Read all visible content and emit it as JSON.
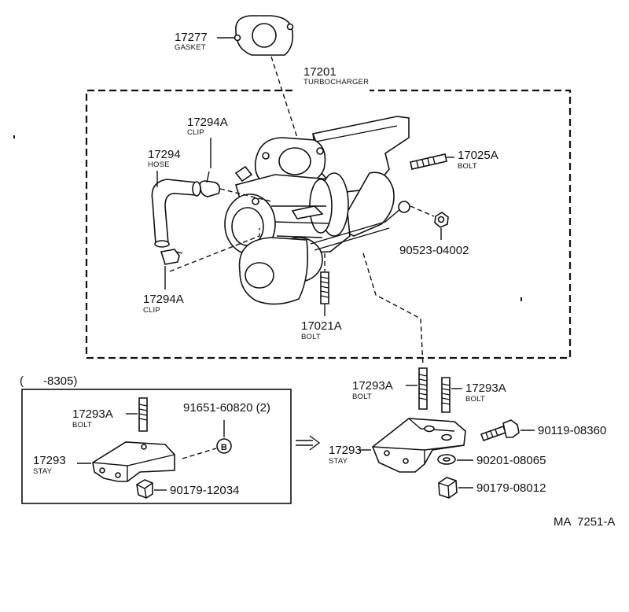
{
  "labels": {
    "gasket": {
      "number": "17277",
      "name": "GASKET"
    },
    "turbocharger": {
      "number": "17201",
      "name": "TURBOCHARGER"
    },
    "clip_upper": {
      "number": "17294A",
      "name": "CLIP"
    },
    "hose": {
      "number": "17294",
      "name": "HOSE"
    },
    "bolt_17025a": {
      "number": "17025A",
      "name": "BOLT"
    },
    "nut_90523": {
      "number": "90523-04002"
    },
    "clip_lower": {
      "number": "17294A",
      "name": "CLIP"
    },
    "bolt_17021a": {
      "number": "17021A",
      "name": "BOLT"
    },
    "stud_left": {
      "number": "17293A",
      "name": "BOLT"
    },
    "stud_right": {
      "number": "17293A",
      "name": "BOLT"
    },
    "stay": {
      "number": "17293",
      "name": "STAY"
    },
    "bolt_90119": {
      "number": "90119-08360"
    },
    "washer_90201": {
      "number": "90201-08065"
    },
    "nut_90179_08012": {
      "number": "90179-08012"
    },
    "old_bolt": {
      "number": "17293A",
      "name": "BOLT"
    },
    "old_nut_91651": {
      "number": "91651-60820 (2)"
    },
    "old_stay": {
      "number": "17293",
      "name": "STAY"
    },
    "old_nut_90179": {
      "number": "90179-12034"
    }
  },
  "inset": {
    "date_range": "(      -8305)",
    "marker": "B"
  },
  "reference_code": "MA  7251-A"
}
